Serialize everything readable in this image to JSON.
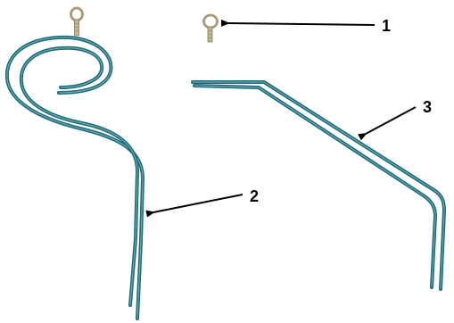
{
  "figure": {
    "background": "#ffffff",
    "wire_color": "#2a7a86",
    "wire_highlight": "#6fb3bd",
    "eyebolt_color": "#b9ad85",
    "eyebolt_shadow": "#8c8062",
    "arrow_color": "#000000",
    "parts": [
      {
        "label": "1",
        "depicts": "eye-bolt"
      },
      {
        "label": "2",
        "depicts": "curled-wire-rod"
      },
      {
        "label": "3",
        "depicts": "bent-wire-rod"
      }
    ]
  }
}
